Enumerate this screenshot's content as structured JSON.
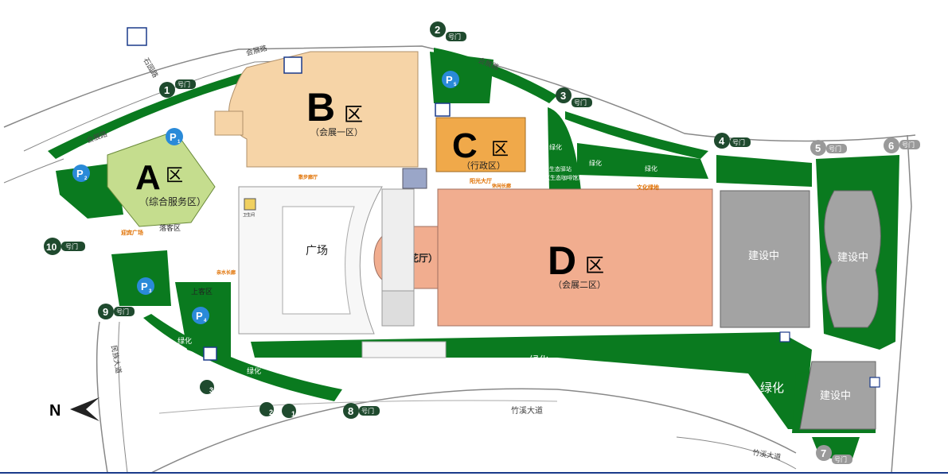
{
  "zones": {
    "a": {
      "letter": "A",
      "char": "区",
      "sub": "（综合服务区）"
    },
    "b": {
      "letter": "B",
      "char": "区",
      "sub": "（会展一区）"
    },
    "c": {
      "letter": "C",
      "char": "区",
      "sub": "（行政区）"
    },
    "d": {
      "letter": "D",
      "char": "区",
      "sub": "（会展二区）"
    }
  },
  "halls": {
    "zhujin": "（朱槿花厅）",
    "guangchang": "广场",
    "construction1": "建设中",
    "construction2": "建设中",
    "construction3": "建设中"
  },
  "gates": [
    {
      "num": "1",
      "label": "号门"
    },
    {
      "num": "2",
      "label": "号门"
    },
    {
      "num": "3",
      "label": "号门"
    },
    {
      "num": "4",
      "label": "号门"
    },
    {
      "num": "5",
      "label": "号门"
    },
    {
      "num": "6",
      "label": "号门"
    },
    {
      "num": "7",
      "label": "号门"
    },
    {
      "num": "8",
      "label": "号门"
    },
    {
      "num": "9",
      "label": "号门"
    },
    {
      "num": "10",
      "label": "号门"
    }
  ],
  "parking": [
    {
      "label": "P",
      "sub": "1"
    },
    {
      "label": "P",
      "sub": "2"
    },
    {
      "label": "P",
      "sub": "3"
    },
    {
      "label": "P",
      "sub": "4"
    },
    {
      "label": "P",
      "sub": "5"
    }
  ],
  "roads": {
    "huizhan1": "会展路",
    "huizhan2": "会展路",
    "huizhan3": "会展路",
    "shiqiu": "石园路",
    "zhuxi1": "竹溪大道",
    "zhuxi2": "竹溪大道",
    "minzu": "民族大道"
  },
  "green_labels": [
    "绿化",
    "绿化",
    "绿化",
    "绿化",
    "绿化",
    "绿化",
    "绿化",
    "绿化"
  ],
  "areas": {
    "luoke": "落客区",
    "shangke": "上客区",
    "shengtai": "生态驿站",
    "shengtai_cafe": "（生态咖啡馆）",
    "wenhua": "文化绿地",
    "yangguang": "阳光大厅",
    "lianglang": "休闲长廊",
    "yingbin": "迎宾广场",
    "qinshui": "亲水长廊",
    "sanbu": "散步廊厅",
    "toilet": "卫生间"
  },
  "walkers": [
    {
      "num": "1"
    },
    {
      "num": "2"
    },
    {
      "num": "3"
    }
  ],
  "compass": {
    "letter": "N"
  },
  "colors": {
    "green": "#0a7a1f",
    "zone_a": "#c5dd8e",
    "zone_b": "#f6d4a7",
    "zone_c": "#f0a94a",
    "zone_d": "#f1ad8f",
    "construction": "#a3a3a3",
    "parking_blue": "#2a8ad8",
    "gate_dark": "#1f4a2e",
    "gate_gray": "#9a9a9a"
  }
}
